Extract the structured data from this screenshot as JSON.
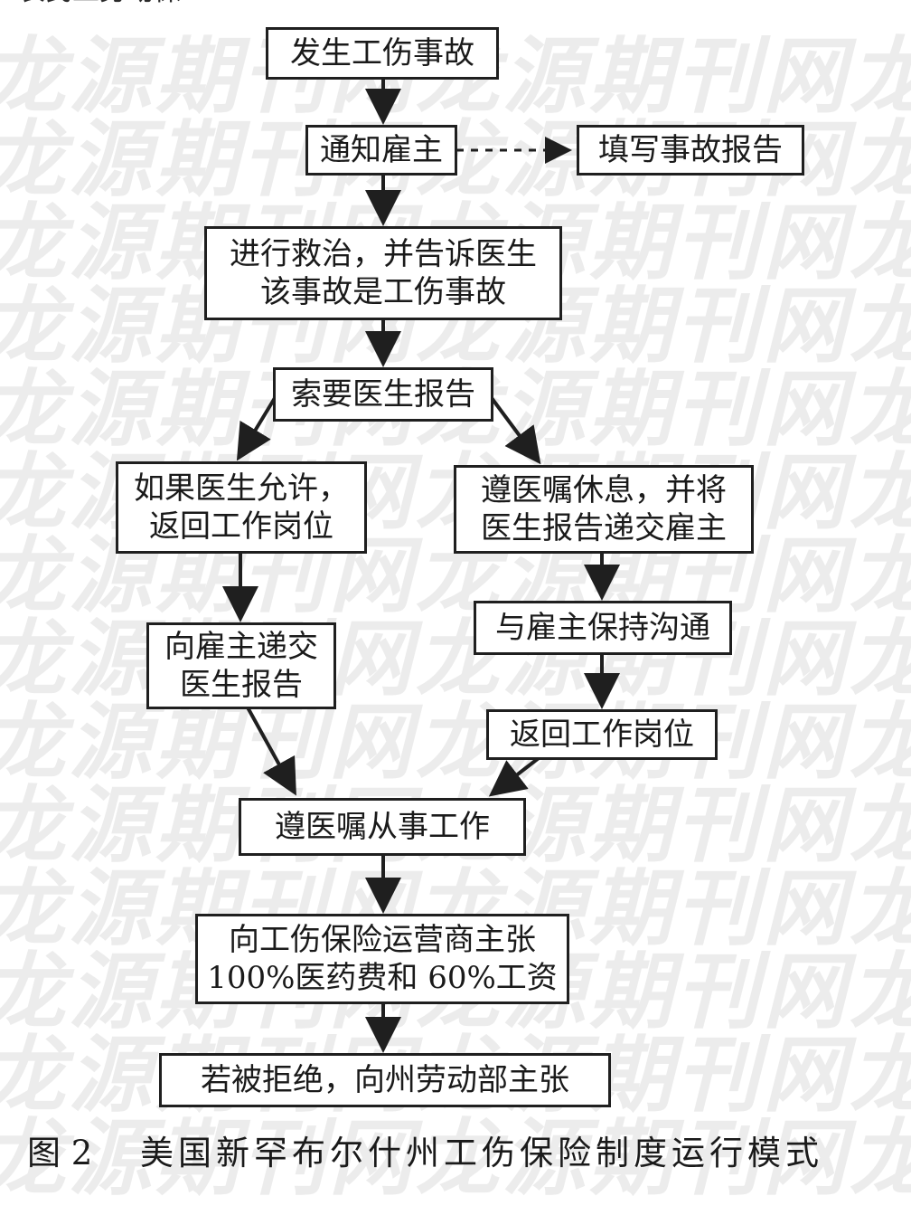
{
  "watermark": {
    "text": "龙源期刊网龙源期刊网龙源期刊网"
  },
  "header_fragment": "农民工劳动保",
  "nodes": {
    "accident": "发生工伤事故",
    "notify_employer": "通知雇主",
    "fill_report": "填写事故报告",
    "treatment_line1": "进行救治，并告诉医生",
    "treatment_line2": "该事故是工伤事故",
    "request_report": "索要医生报告",
    "if_allowed_line1": "如果医生允许，",
    "if_allowed_line2": "返回工作岗位",
    "rest_line1": "遵医嘱休息，并将",
    "rest_line2": "医生报告递交雇主",
    "submit_report_line1": "向雇主递交",
    "submit_report_line2": "医生报告",
    "keep_contact": "与雇主保持沟通",
    "return_work": "返回工作岗位",
    "work_per_doctor": "遵医嘱从事工作",
    "claim_line1": "向工伤保险运营商主张",
    "claim_line2": "100%医药费和 60%工资",
    "if_refused": "若被拒绝，向州劳动部主张"
  },
  "caption": {
    "figure_number": "图 2",
    "title": "美国新罕布尔什州工伤保险制度运行模式"
  },
  "colors": {
    "ink": "#1f1f1f",
    "watermark": "#ececec"
  }
}
